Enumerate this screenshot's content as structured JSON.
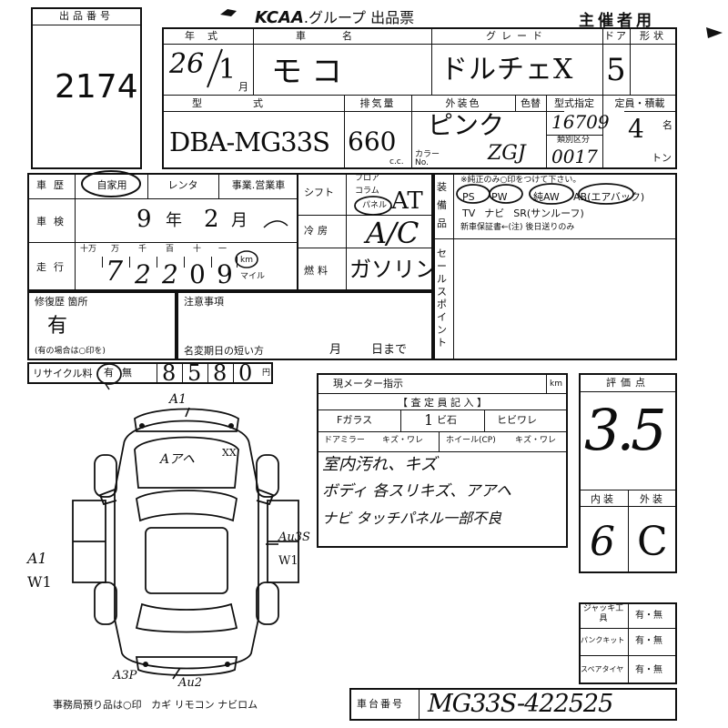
{
  "header": {
    "lot_label": "出品番号",
    "lot_number": "2174",
    "brand": "KCAA",
    "title_rest": ".グループ 出品票",
    "organizer": "主催者用"
  },
  "row1": {
    "year_label": "年式",
    "year_era": "26",
    "year_month": "1",
    "month_unit": "月",
    "name_label": "車名",
    "name_value": "モコ",
    "grade_label": "グレード",
    "grade_value": "ドルチェX",
    "doors_label": "ドア",
    "doors_value": "5",
    "shape_label": "形状"
  },
  "row2": {
    "model_label": "型式",
    "model_value": "DBA-MG33S",
    "displacement_label": "排気量",
    "displacement_value": "660",
    "cc_unit": "c.c.",
    "exterior_label": "外装色",
    "exterior_value": "ピンク",
    "color_no_label": "カラーNo.",
    "color_no_value": "ZGJ",
    "original_color_label": "色替",
    "type_spec_label": "型式指定",
    "type_spec_value": "16709",
    "category_label": "類別区分",
    "category_value": "0017",
    "capacity_label": "定員・積載",
    "capacity_value": "4",
    "person_unit": "名",
    "ton_unit": "トン"
  },
  "history": {
    "label": "車歴",
    "options": [
      "自家用",
      "レンタ",
      "事業.営業車"
    ],
    "selected": "自家用"
  },
  "inspection": {
    "label": "車検",
    "year": "9",
    "year_unit": "年",
    "month": "2",
    "month_unit": "月"
  },
  "mileage": {
    "label": "走行",
    "digit_headers": [
      "十万",
      "万",
      "千",
      "百",
      "十",
      "一"
    ],
    "digits": [
      "7",
      "2",
      "2",
      "0",
      "9"
    ],
    "unit_km": "km",
    "unit_mile": "マイル"
  },
  "shift": {
    "label": "シフト",
    "options": [
      "フロア",
      "コラム",
      "パネル"
    ],
    "selected": "パネル",
    "value": "AT"
  },
  "ac": {
    "label": "冷房",
    "value": "A/C"
  },
  "fuel": {
    "label": "燃料",
    "value": "ガソリン"
  },
  "equipment": {
    "label": "装備品",
    "note": "※純正のみ○印をつけて下さい。",
    "line1": [
      "PS",
      "PW",
      "純AW",
      "AB(エアバック)"
    ],
    "line1_circled": [
      "PS",
      "PW",
      "純AW",
      "AB(エアバック)"
    ],
    "line2": [
      "TV",
      "ナビ",
      "SR(サンルーフ)"
    ],
    "warranty": "新車保証書←(注) 後日送りのみ"
  },
  "sales_point": {
    "label": "セールスポイント"
  },
  "repair": {
    "label": "修復歴 箇所",
    "value": "有",
    "note": "(有の場合は○印を)"
  },
  "notes": {
    "label": "注意事項",
    "short_change": "名変期日の短い方",
    "month_unit": "月",
    "day_unit": "日まで"
  },
  "recycle": {
    "label": "リサイクル料",
    "options": [
      "有",
      "無"
    ],
    "selected": "有",
    "digits": [
      "8",
      "5",
      "8",
      "0"
    ],
    "unit": "円"
  },
  "meter": {
    "label": "現メーター指示",
    "unit": "km"
  },
  "inspector": {
    "header": "【 査 定 員 記 入 】",
    "windshield_label": "Fガラス",
    "chip_label": "ビ石",
    "chip_prefix": "1",
    "crack_label": "ヒビワレ",
    "mirror_label": "ドアミラー",
    "mirror_opts": "キズ・ワレ",
    "wheel_label": "ホイール(CP)",
    "wheel_opts": "キズ・ワレ",
    "note_lines": [
      "室内汚れ、キズ",
      "ボディ 各スリキズ、アアヘ",
      "ナビ タッチパネル一部不良"
    ]
  },
  "score": {
    "label": "評価点",
    "value": "3.5",
    "interior_label": "内装",
    "exterior_label": "外装",
    "interior_value": "6",
    "exterior_value": "C"
  },
  "tools": {
    "jack_label": "ジャッキ工具",
    "jack_opts": "有・無",
    "puncture_label": "パンクキット",
    "puncture_opts": "有・無",
    "spare_label": "スペアタイヤ",
    "spare_opts": "有・無"
  },
  "chassis": {
    "label": "車台番号",
    "value": "MG33S-422525"
  },
  "footer": {
    "office_note": "事務局預り品は○印",
    "items": "カギ リモコン ナビロム"
  },
  "diagram_marks": {
    "top": "A1",
    "hood": "Aアヘ",
    "fender": "XX",
    "right_side": "Au3S",
    "right_side2": "W1",
    "left_a": "A1",
    "left_w": "W1",
    "rear_left": "A3P",
    "rear": "Au2"
  }
}
